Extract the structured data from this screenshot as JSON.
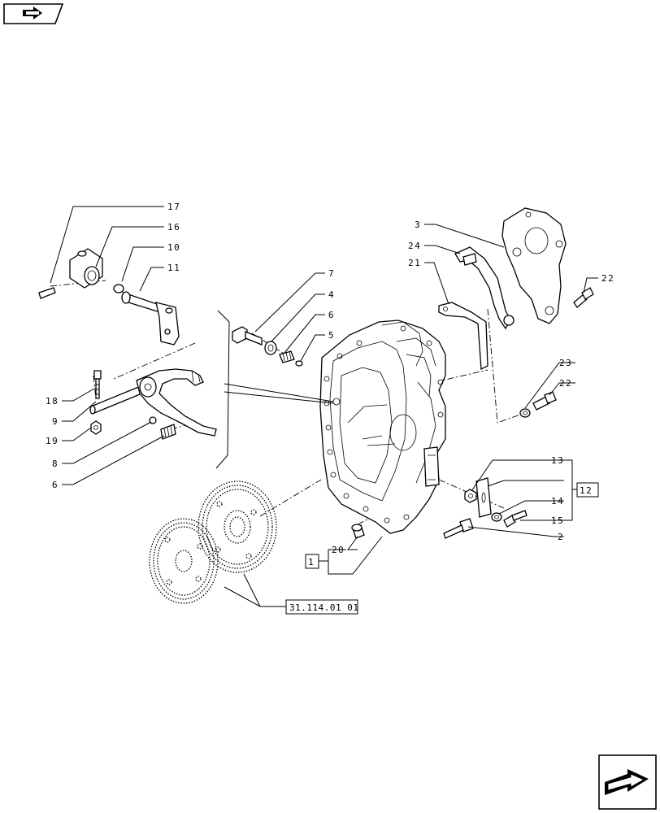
{
  "callouts": {
    "c17": "17",
    "c16": "16",
    "c10": "10",
    "c11": "11",
    "c7": "7",
    "c4": "4",
    "c6a": "6",
    "c5": "5",
    "c3": "3",
    "c24": "24",
    "c21": "21",
    "c22a": "22",
    "c23": "23",
    "c22b": "22",
    "c18": "18",
    "c9": "9",
    "c19": "19",
    "c8": "8",
    "c6b": "6",
    "c13": "13",
    "c12": "12",
    "c14": "14",
    "c15": "15",
    "c2": "2",
    "c20": "20",
    "c1": "1"
  },
  "references": {
    "gear_ref": "31.114.01 01"
  },
  "icons": {
    "prev": "arrow-left-icon",
    "next": "arrow-right-icon"
  }
}
